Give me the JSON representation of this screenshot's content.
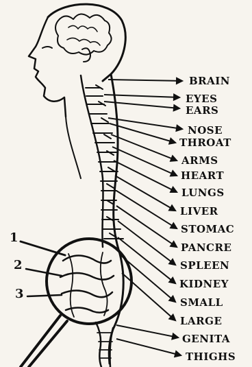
{
  "diagram": {
    "organ_labels": [
      "BRAIN",
      "EYES",
      "EARS",
      "NOSE",
      "THROAT",
      "ARMS",
      "HEART",
      "LUNGS",
      "LIVER",
      "STOMAC",
      "PANCRE",
      "SPLEEN",
      "KIDNEY",
      "SMALL",
      "LARGE",
      "GENITA",
      "THIGHS"
    ],
    "callout_numbers": [
      "1",
      "2",
      "3"
    ],
    "colors": {
      "ink": "#111111",
      "paper": "#f7f4ee"
    }
  }
}
